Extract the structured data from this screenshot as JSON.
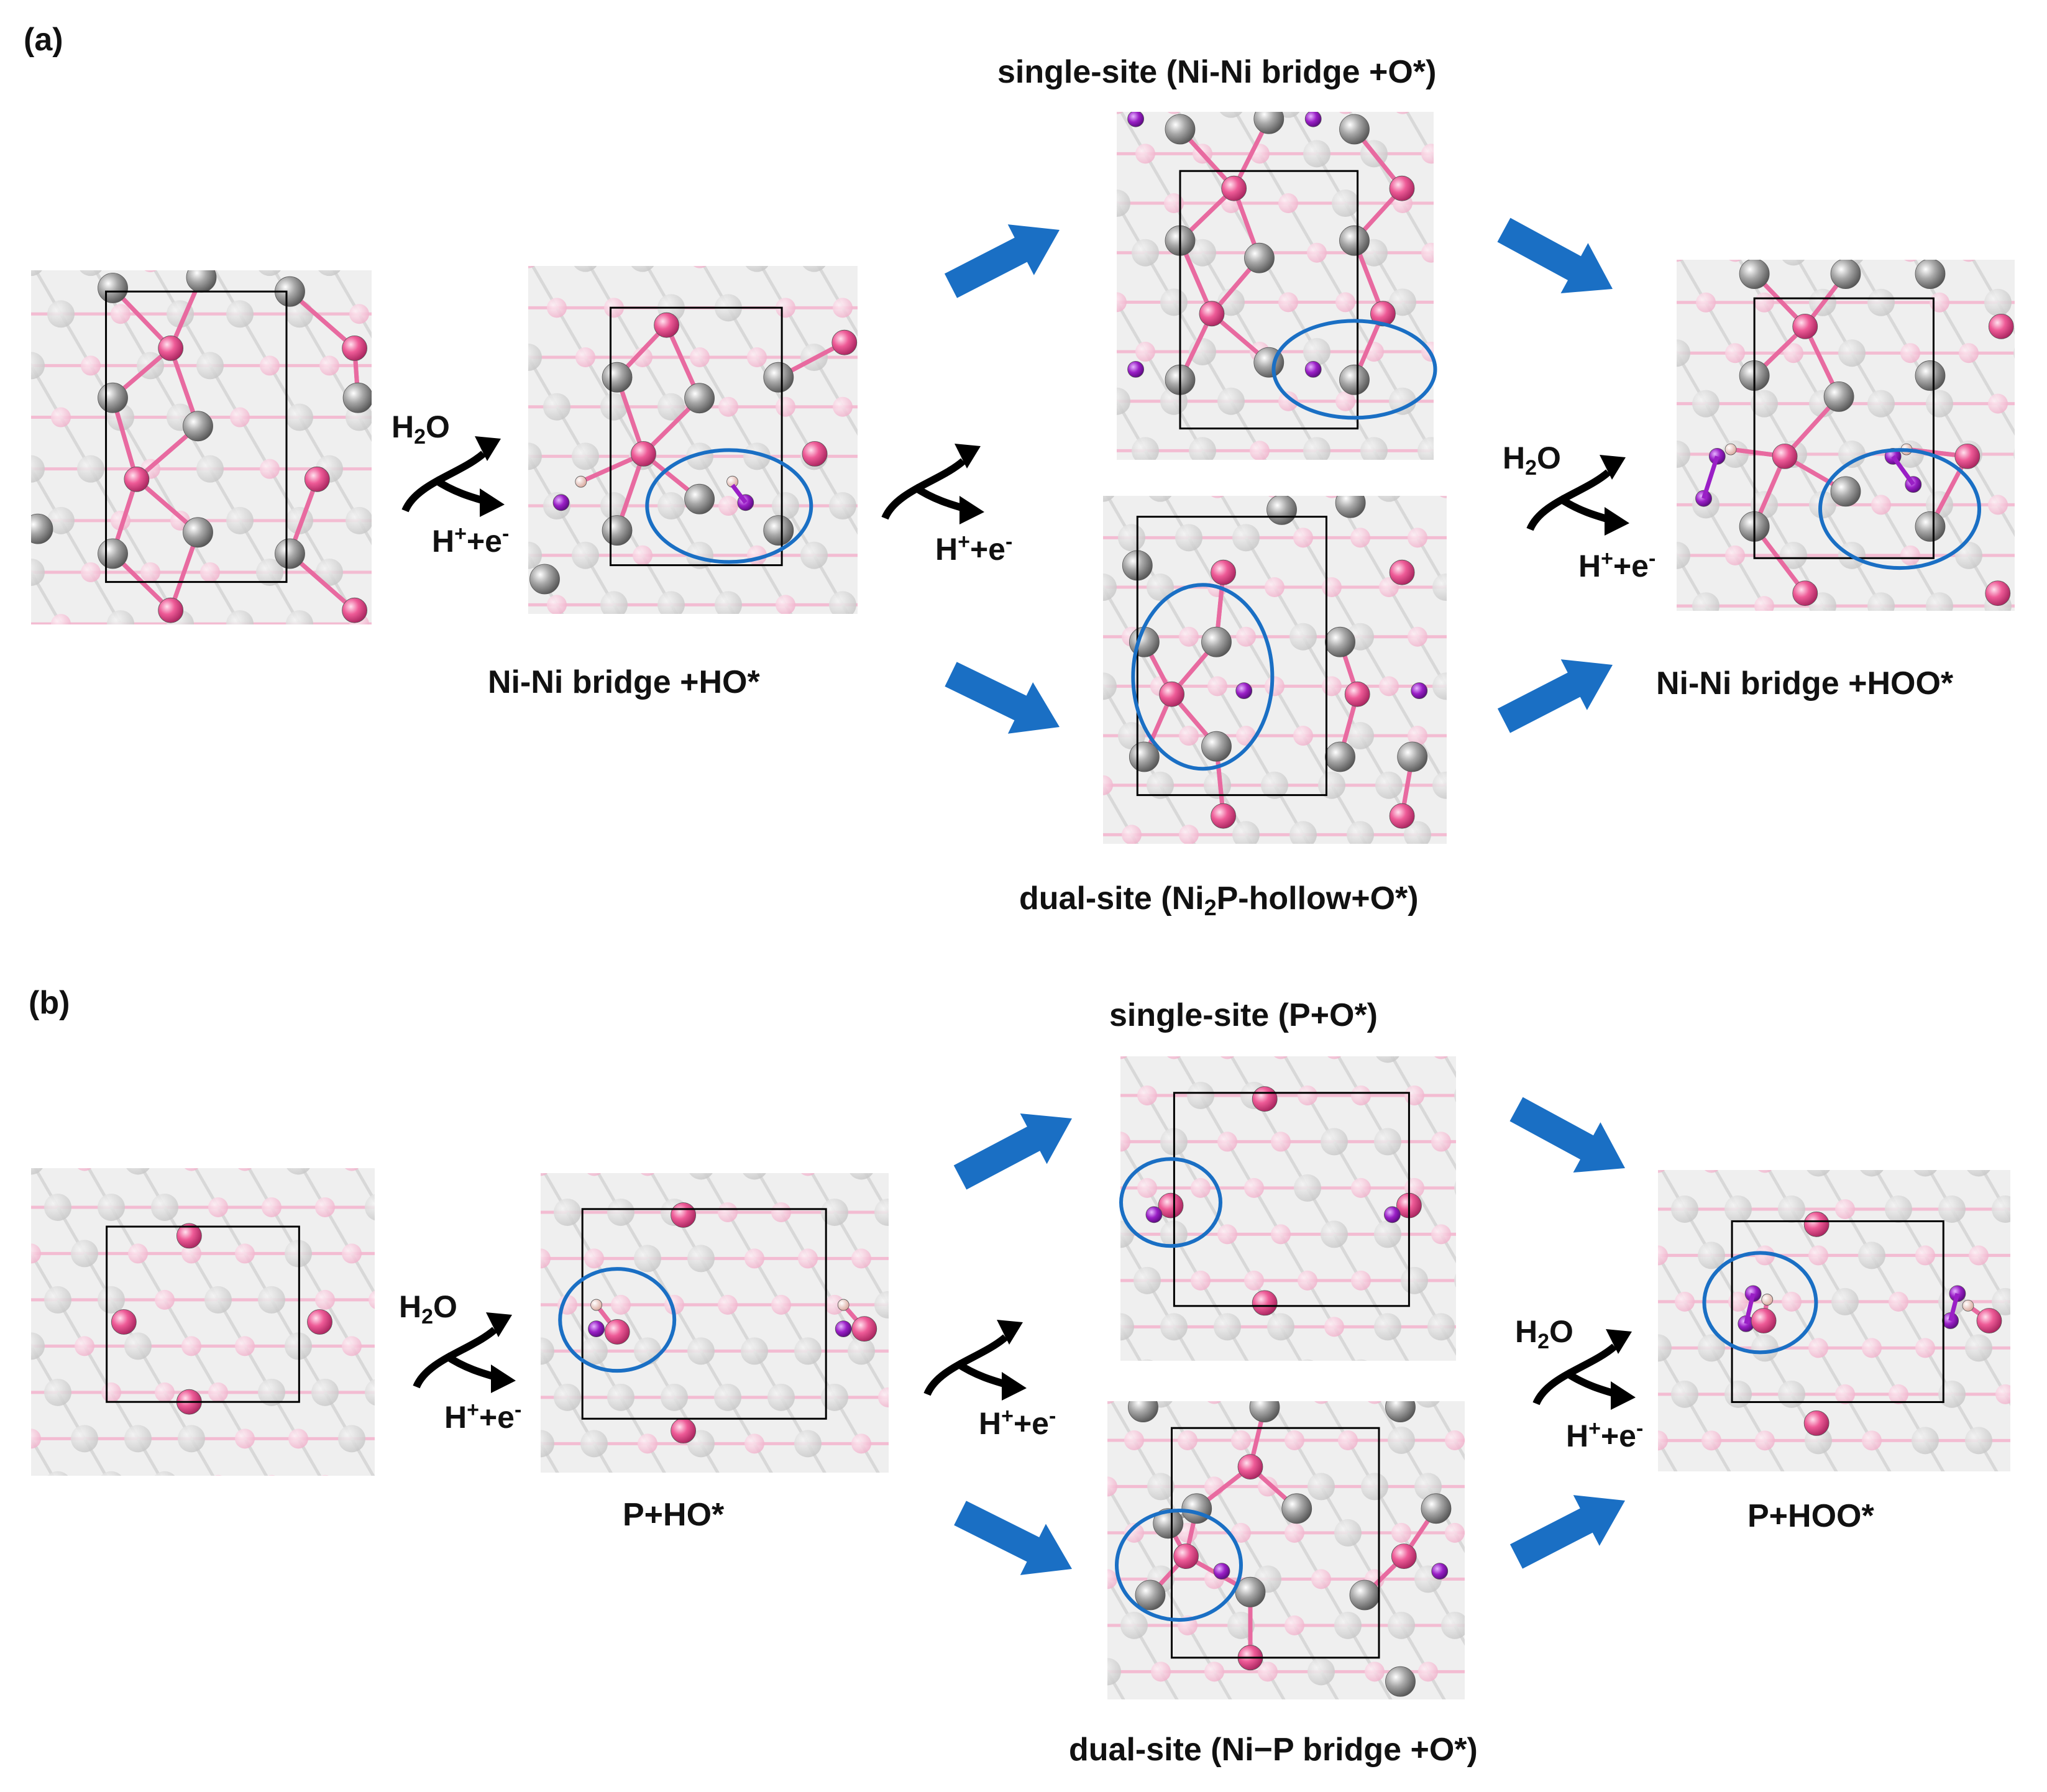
{
  "panels": {
    "a": {
      "label": "(a)",
      "caption_ho": "Ni-Ni bridge +HO*",
      "caption_single": "single-site (Ni-Ni bridge +O*)",
      "caption_dual_pre": "dual-site (Ni",
      "caption_dual_sub": "2",
      "caption_dual_post": "P-hollow+O*)",
      "caption_hoo": "Ni-Ni bridge +HOO*"
    },
    "b": {
      "label": "(b)",
      "caption_ho": "P+HO*",
      "caption_single": "single-site (P+O*)",
      "caption_dual": "dual-site (Ni−P bridge +O*)",
      "caption_hoo": "P+HOO*"
    }
  },
  "reaction": {
    "h2o_pre": "H",
    "h2o_sub": "2",
    "h2o_post": "O",
    "proton_pre": "H",
    "proton_sup": "+",
    "proton_mid": "+e",
    "proton_sup2": "-"
  },
  "colors": {
    "nickel": "#8f8f8f",
    "phosphorus": "#e8508f",
    "oxygen": "#9a1fc6",
    "hydrogen": "#f2c8c0",
    "highlight_ring": "#1a6fc4",
    "flow_arrow": "#1a6fc4",
    "bond": "#e86aa0",
    "tile_bg": "#efefef"
  },
  "icons": {
    "flow": "block-arrow-icon",
    "step": "curved-split-arrow-icon",
    "site": "highlight-ellipse-icon"
  }
}
